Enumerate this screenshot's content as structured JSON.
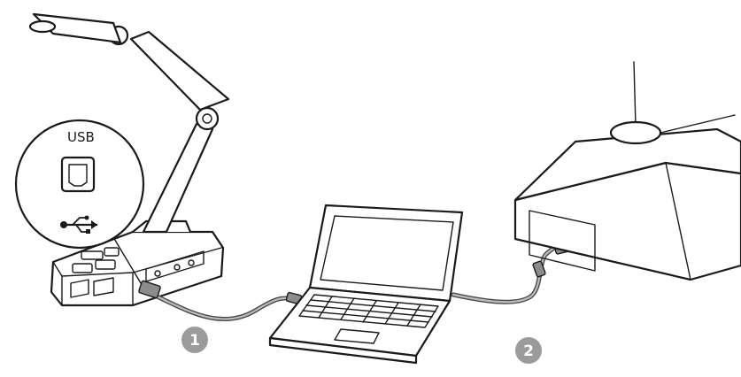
{
  "usb_callout": {
    "label": "USB",
    "port_icon": "usb-b-port-icon",
    "symbol_icon": "usb-trident-icon"
  },
  "steps": [
    {
      "number": "1"
    },
    {
      "number": "2"
    }
  ],
  "colors": {
    "badge": "#9b9b9b",
    "cable": "#4a4a4a",
    "outline": "#1a1a1a"
  }
}
